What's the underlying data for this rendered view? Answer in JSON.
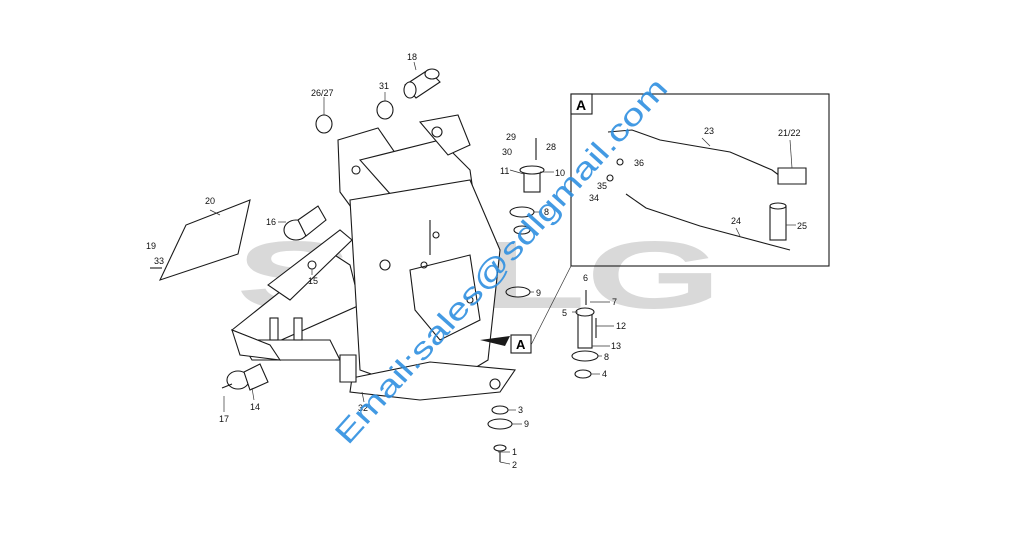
{
  "background_logo": "SDLG",
  "watermark": "Email:sales@sdlgmail.com",
  "detail_label": "A",
  "callouts": [
    "1",
    "2",
    "3",
    "4",
    "5",
    "6",
    "7",
    "8",
    "8",
    "9",
    "9",
    "10",
    "11",
    "12",
    "13",
    "14",
    "15",
    "16",
    "17",
    "18",
    "19",
    "20",
    "21/22",
    "23",
    "24",
    "25",
    "26/27",
    "28",
    "29",
    "30",
    "31",
    "32",
    "33",
    "34",
    "35",
    "36"
  ],
  "colors": {
    "line": "#1a1a1a",
    "watermark": "#2f8fe0",
    "ghost_logo": "#d9d9d9"
  }
}
